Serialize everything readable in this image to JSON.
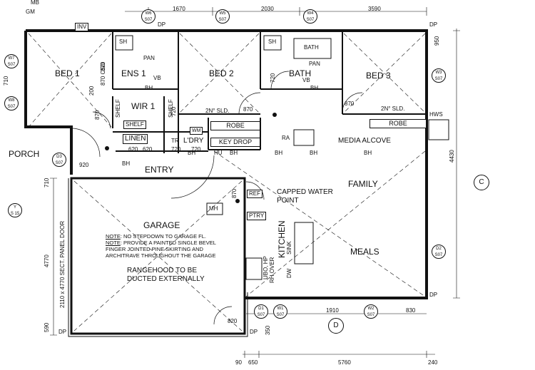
{
  "rooms": {
    "bed1": "BED 1",
    "ens1": "ENS 1",
    "bed2": "BED 2",
    "bath": "BATH",
    "bed3": "BED 3",
    "wir1": "WIR 1",
    "porch": "PORCH",
    "entry": "ENTRY",
    "linen": "LINEN",
    "ldry": "L'DRY",
    "garage": "GARAGE",
    "family": "FAMILY",
    "meals": "MEALS",
    "kitchen": "KITCHEN",
    "media_alcove": "MEDIA ALCOVE"
  },
  "fixtures": {
    "robe1": "ROBE",
    "robe2": "ROBE",
    "key_drop": "KEY DROP",
    "shelf1": "SHELF",
    "shelf2": "SHELF",
    "shelf3": "SHELF",
    "sh1": "SH",
    "sh2": "SH",
    "pan1": "PAN",
    "pan2": "PAN",
    "vb1": "VB",
    "vb2": "VB",
    "bath_tub": "BATH",
    "tr": "TR",
    "wm": "WM",
    "ref": "REF",
    "ptry": "PTRY",
    "mh": "MH",
    "ra": "RA",
    "hws": "HWS",
    "hu": "HU",
    "ubo_hp": "UBO, HP",
    "rh_over": "RH OVER",
    "dw": "DW",
    "sink": "SINK",
    "inv": "INV",
    "gm": "GM",
    "mb": "MB",
    "csd": "870 CSD"
  },
  "bh_labels": [
    "BH",
    "BH",
    "BH",
    "BH",
    "BH",
    "BH",
    "BH",
    "BH"
  ],
  "dp_labels": [
    "DP",
    "DP",
    "DP",
    "DP",
    "DP"
  ],
  "dims": {
    "top": [
      "1670",
      "2030",
      "3590"
    ],
    "bottom_main": "5760",
    "bottom_left": "90",
    "bottom_650": "650",
    "bottom_240": "240",
    "right": "4430",
    "right_950": "950",
    "kitchen_1910": "1910",
    "kitchen_830": "830",
    "left_4770": "4770",
    "left_590": "590",
    "left_710a": "710",
    "left_710b": "710",
    "d_870_bed1": "870",
    "d_200": "200",
    "d_870_wir": "870",
    "d_720_wir": "720",
    "d_620a": "620",
    "d_620b": "620",
    "d_720_ldry": "720",
    "d_720_ldry2": "720",
    "d_870_bed2": "870",
    "d_720_bath": "720",
    "d_870_bed3": "870",
    "d_920": "920",
    "d_870_ref": "870",
    "d_820": "820",
    "d_350": "350",
    "sld_bed2": "2N° SLD.",
    "sld_bed3": "2N° SLD."
  },
  "markers": {
    "w6": [
      "W6",
      "S07"
    ],
    "w5": [
      "W5",
      "S07"
    ],
    "w4": [
      "W4",
      "S07"
    ],
    "w7": [
      "W7",
      "S07"
    ],
    "w8": [
      "W8",
      "S07"
    ],
    "w3": [
      "W3",
      "S07"
    ],
    "d3": [
      "D3",
      "S07"
    ],
    "d2": [
      "D2",
      "S07"
    ],
    "d1": [
      "D1",
      "S07"
    ],
    "w1": [
      "W1",
      "S07"
    ],
    "w2": [
      "W2",
      "S07"
    ],
    "section_y": [
      "Y",
      "S 15"
    ],
    "c": "C",
    "d": "D"
  },
  "annotations": {
    "capped_water": "CAPPED WATER POINT",
    "rangehood": "RANGEHOOD TO BE DUCTED EXTERNALLY",
    "garage_door": "2110 x 4770 SECT. PANEL DOOR",
    "note1_head": "NOTE",
    "note1_body": ": NO STEPDOWN TO GARAGE FL.",
    "note2_head": "NOTE",
    "note2_body": ": PROVIDE A PAINTED SINGLE BEVEL FINGER JOINTED PINE SKIRTING AND ARCHITRAVE THROUGHOUT THE GARAGE"
  }
}
